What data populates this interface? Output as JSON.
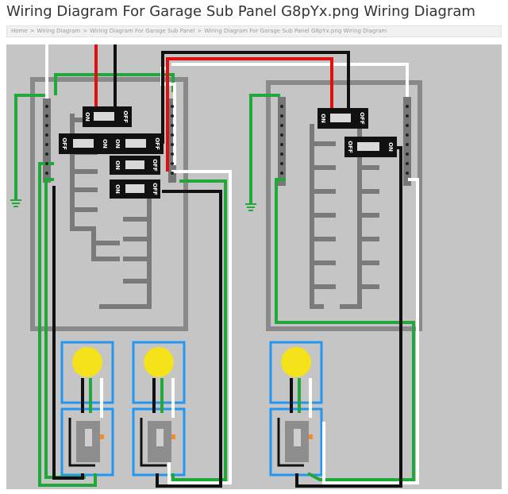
{
  "page": {
    "title": "Wiring Diagram For Garage Sub Panel G8pYx.png Wiring Diagram"
  },
  "breadcrumb": {
    "items": [
      "Home",
      "Wiring Diagram",
      "Wiring Diagram For Garage Sub Panel",
      "Wiring Diagram For Garage Sub Panel G8pYx.png Wiring Diagram"
    ],
    "separator": ">"
  },
  "diagram": {
    "breaker_on": "ON",
    "breaker_off": "OFF",
    "colors": {
      "background": "#c5c5c5",
      "panel_outline": "#8a8a8a",
      "bus": "#7a7a7a",
      "hot_black": "#111111",
      "hot_red": "#e01010",
      "neutral_white": "#ffffff",
      "ground_green": "#22a83a",
      "box_blue": "#2196f3",
      "bulb_yellow": "#f5e21b",
      "switch_gray": "#8e8e8e",
      "switch_accent": "#f28c28"
    },
    "icons": [
      "light-bulb-icon",
      "ground-symbol-icon",
      "wall-switch-icon",
      "circuit-breaker-icon"
    ]
  }
}
